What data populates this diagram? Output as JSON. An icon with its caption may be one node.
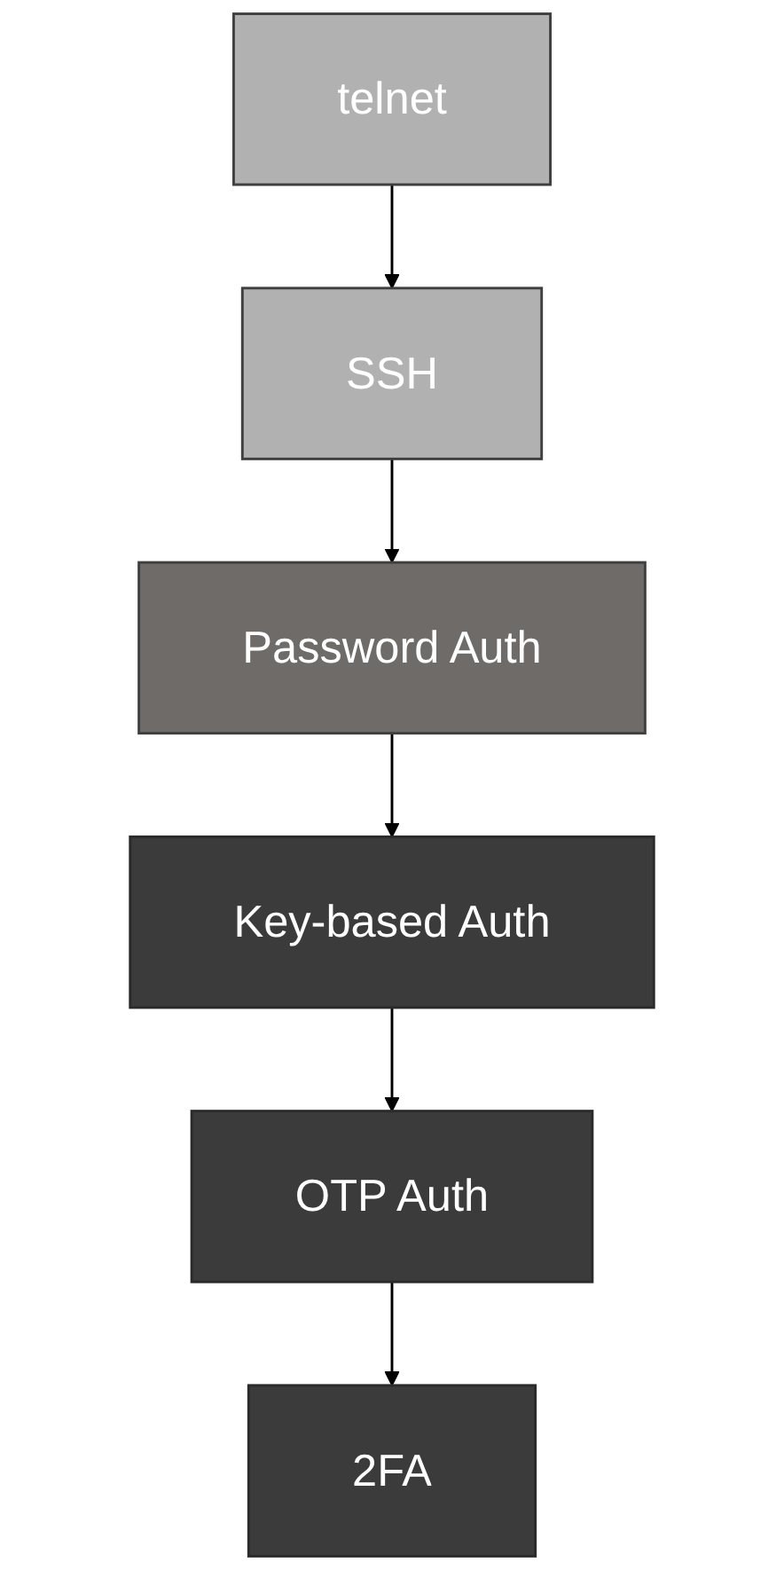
{
  "diagram": {
    "nodes": [
      {
        "text": [
          "telnet"
        ]
      },
      {
        "text": [
          "SSH"
        ]
      },
      {
        "text": [
          "Password Auth"
        ]
      },
      {
        "text": [
          "Key-based Auth"
        ]
      },
      {
        "text": [
          "OTP Auth"
        ]
      },
      {
        "text": [
          "2FA"
        ]
      }
    ],
    "edges": [
      {
        "from": 0,
        "to": 1,
        "arrow": "to"
      },
      {
        "from": 1,
        "to": 2,
        "arrow": "to"
      },
      {
        "from": 2,
        "to": 3,
        "arrow": "to"
      },
      {
        "from": 3,
        "to": 4,
        "arrow": "to"
      },
      {
        "from": 4,
        "to": 5,
        "arrow": "to"
      }
    ]
  }
}
